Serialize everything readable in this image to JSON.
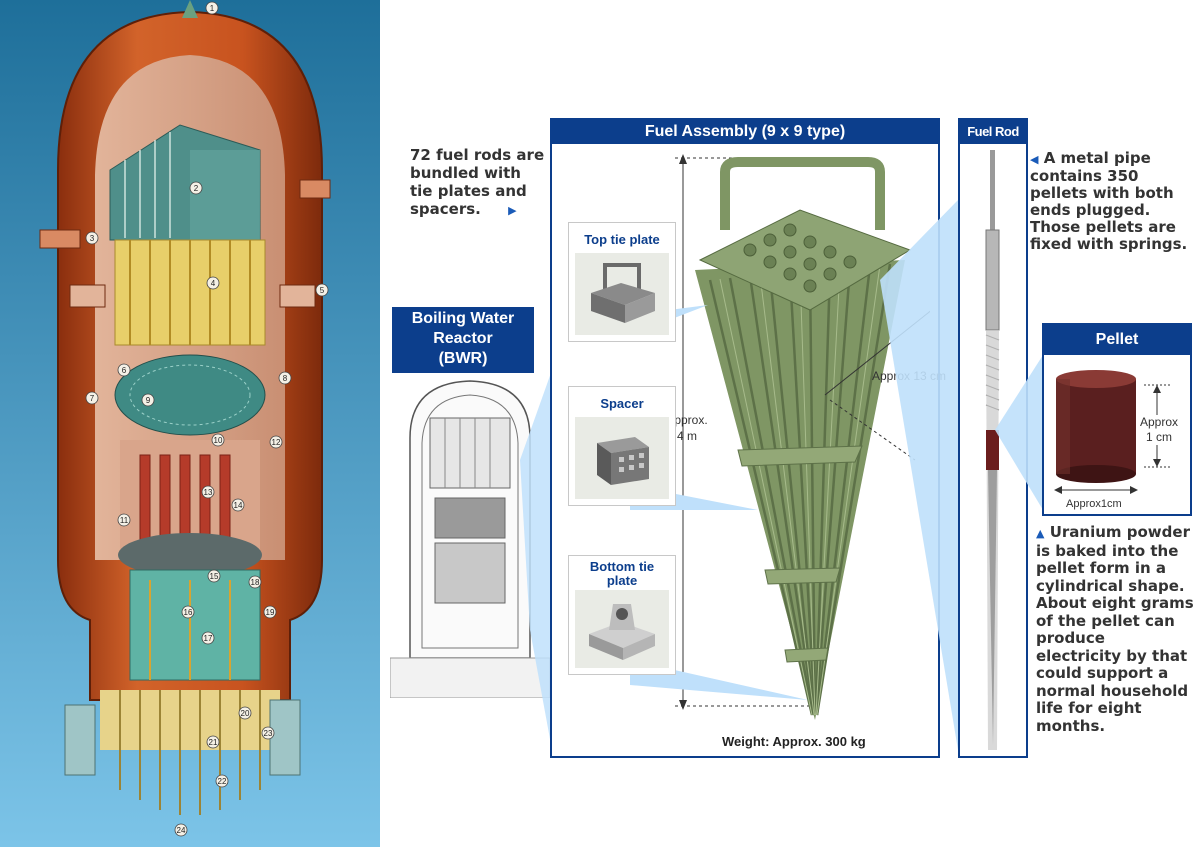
{
  "palette": {
    "header_blue": "#0c3e8c",
    "callout_blue": "#bfe0fb",
    "rod_green": "#7f9664",
    "pellet_brown": "#5a1f1f",
    "sky_top": "#1e6f9a",
    "sky_bottom": "#7cc4e8",
    "vessel_orange": "#c8531f"
  },
  "cutaway": {
    "labels": [
      "1",
      "2",
      "3",
      "4",
      "5",
      "6",
      "7",
      "8",
      "9",
      "10",
      "11",
      "12",
      "13",
      "14",
      "15",
      "16",
      "17",
      "18",
      "19",
      "20",
      "21",
      "22",
      "23",
      "24"
    ]
  },
  "intro": {
    "lines": [
      "72 fuel rods are",
      "bundled with",
      "tie plates and",
      "spacers."
    ],
    "arrow": "▶"
  },
  "bwr": {
    "lines": [
      "Boiling Water",
      "Reactor",
      "(BWR)"
    ]
  },
  "assembly": {
    "title": "Fuel Assembly (9 x 9 type)",
    "height_label": [
      "Approx.",
      "4 m"
    ],
    "width_label": "Approx 13 cm",
    "weight": "Weight: Approx. 300 kg",
    "callouts": {
      "top": [
        "Top tie plate"
      ],
      "spacer": [
        "Spacer"
      ],
      "bottom": [
        "Bottom tie",
        "plate"
      ]
    }
  },
  "fuel_rod": {
    "title": "Fuel Rod",
    "lines": [
      "A metal pipe",
      "contains 350",
      "pellets with both",
      "ends plugged.",
      "Those pellets are",
      "fixed with springs."
    ],
    "arrow": "◀"
  },
  "pellet": {
    "title": "Pellet",
    "height_label": [
      "Approx",
      "1 cm"
    ],
    "width_label": "Approx1cm",
    "arrow": "▲",
    "lines": [
      "Uranium powder",
      "is baked into the",
      "pellet form in a",
      "cylindrical shape.",
      "About eight grams",
      "of the pellet can",
      "produce",
      "electricity by that",
      "could support a",
      "normal household",
      "life for eight",
      "months."
    ]
  }
}
